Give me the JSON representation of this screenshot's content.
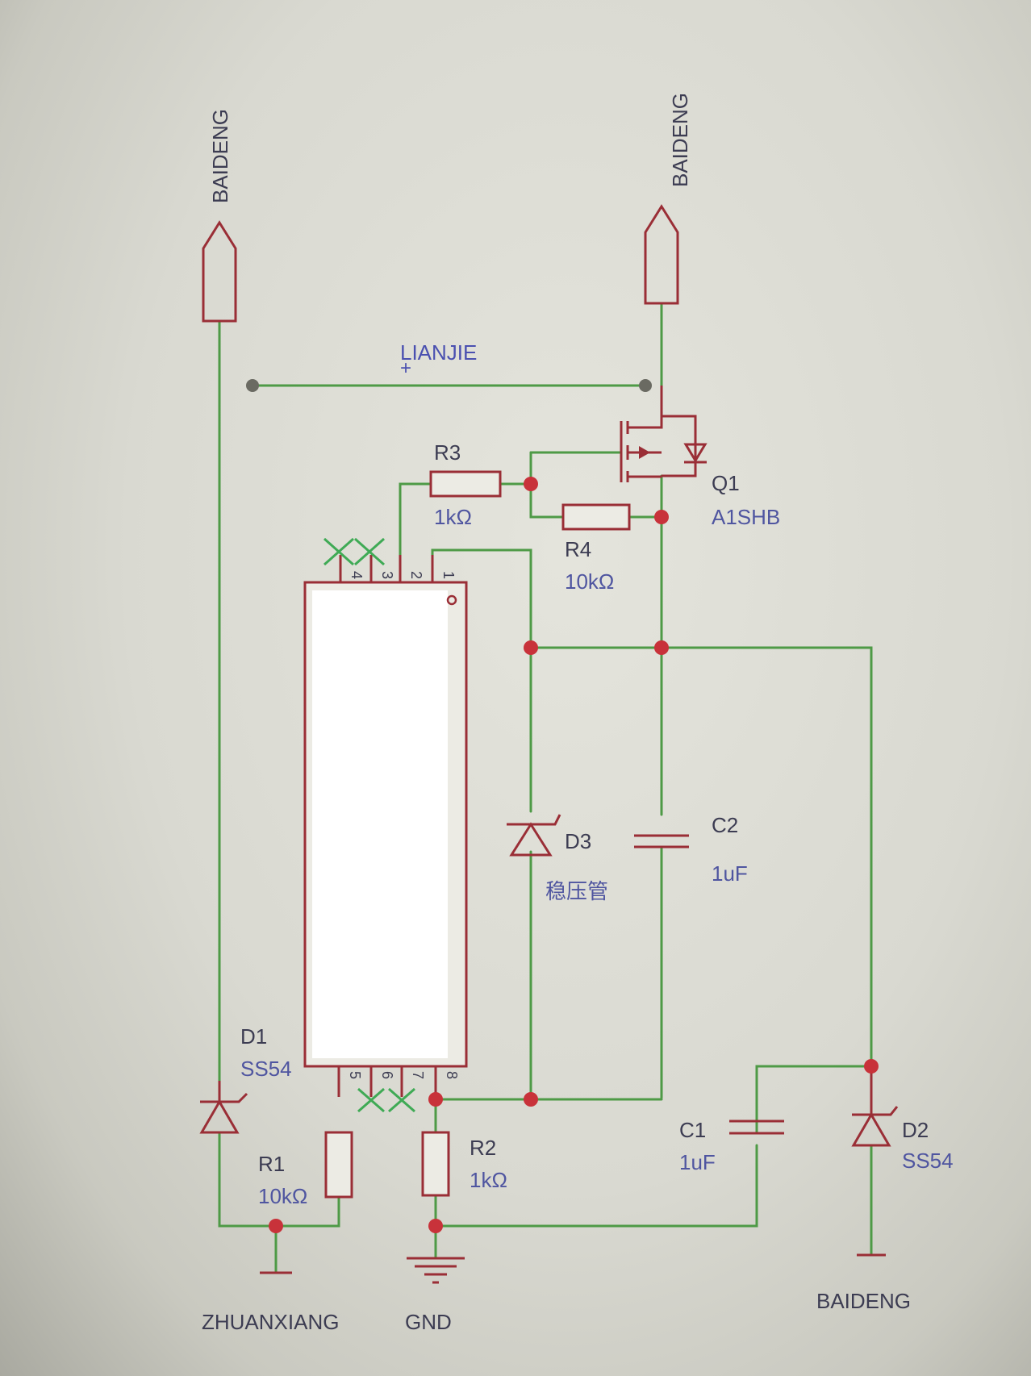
{
  "nets": {
    "top_left": "BAIDENG",
    "top_right": "BAIDENG",
    "lianjie": "LIANJIE",
    "bottom_left": "ZHUANXIANG",
    "gnd": "GND",
    "bottom_right": "BAIDENG"
  },
  "components": {
    "q1": {
      "ref": "Q1",
      "value": "A1SHB"
    },
    "r1": {
      "ref": "R1",
      "value": "10kΩ"
    },
    "r2": {
      "ref": "R2",
      "value": "1kΩ"
    },
    "r3": {
      "ref": "R3",
      "value": "1kΩ"
    },
    "r4": {
      "ref": "R4",
      "value": "10kΩ"
    },
    "c1": {
      "ref": "C1",
      "value": "1uF"
    },
    "c2": {
      "ref": "C2",
      "value": "1uF"
    },
    "d1": {
      "ref": "D1",
      "value": "SS54"
    },
    "d2": {
      "ref": "D2",
      "value": "SS54"
    },
    "d3": {
      "ref": "D3",
      "value": "稳压管"
    }
  },
  "ic_pins": {
    "p1": "1",
    "p2": "2",
    "p3": "3",
    "p4": "4",
    "p5": "5",
    "p6": "6",
    "p7": "7",
    "p8": "8"
  },
  "colors": {
    "wire": "#4e9a46",
    "component": "#9a2e36",
    "junction": "#c8323a",
    "label": "#3c3c52",
    "value": "#4f55a0"
  }
}
